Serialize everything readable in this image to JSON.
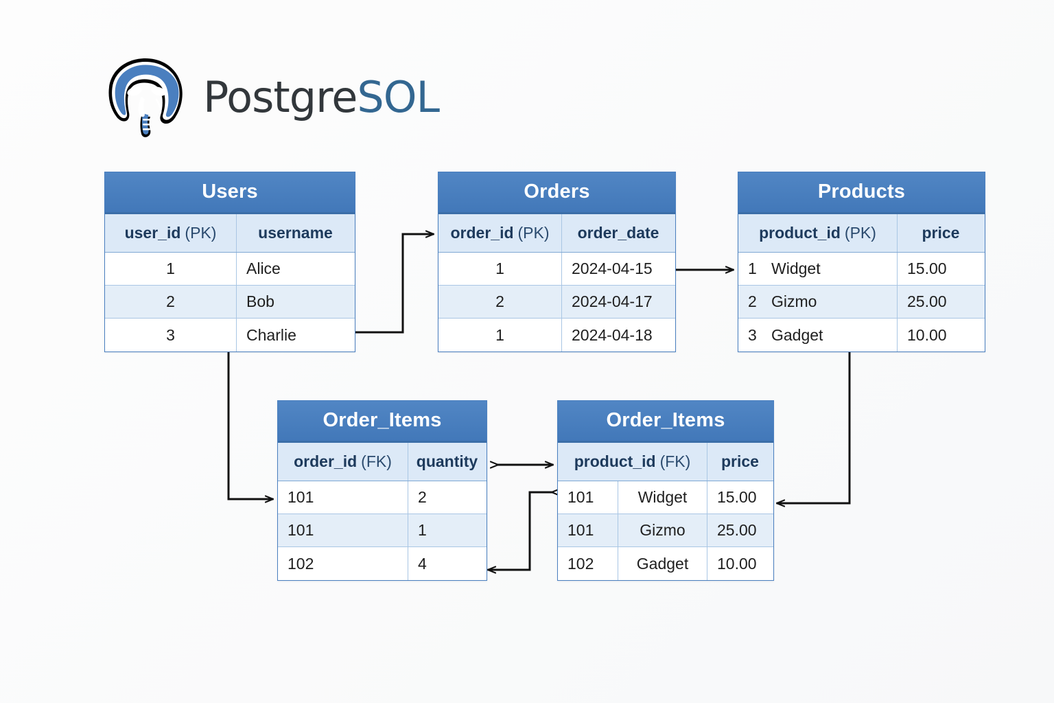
{
  "brand": {
    "logo_icon": "postgresql-elephant-icon",
    "name_part1": "Postgre",
    "name_part2": "SOL",
    "accent_color": "#336791",
    "header_color": "#4a7fbf"
  },
  "diagram": {
    "type": "entity-relationship-diagram",
    "tables": [
      {
        "id": "users",
        "title": "Users",
        "columns": [
          {
            "name": "user_id",
            "key": "(PK)"
          },
          {
            "name": "username",
            "key": ""
          }
        ],
        "rows": [
          [
            "1",
            "Alice"
          ],
          [
            "2",
            "Bob"
          ],
          [
            "3",
            "Charlie"
          ]
        ]
      },
      {
        "id": "orders",
        "title": "Orders",
        "columns": [
          {
            "name": "order_id",
            "key": "(PK)"
          },
          {
            "name": "order_date",
            "key": ""
          }
        ],
        "rows": [
          [
            "1",
            "2024-04-15"
          ],
          [
            "2",
            "2024-04-17"
          ],
          [
            "1",
            "2024-04-18"
          ]
        ]
      },
      {
        "id": "products",
        "title": "Products",
        "columns": [
          {
            "name": "product_id",
            "key": "(PK)"
          },
          {
            "name": "price",
            "key": ""
          }
        ],
        "rows": [
          [
            "1",
            "Widget",
            "15.00"
          ],
          [
            "2",
            "Gizmo",
            "25.00"
          ],
          [
            "3",
            "Gadget",
            "10.00"
          ]
        ]
      },
      {
        "id": "order-items-left",
        "title": "Order_Items",
        "columns": [
          {
            "name": "order_id",
            "key": "(FK)"
          },
          {
            "name": "quantity",
            "key": ""
          }
        ],
        "rows": [
          [
            "101",
            "2"
          ],
          [
            "101",
            "1"
          ],
          [
            "102",
            "4"
          ]
        ]
      },
      {
        "id": "order-items-right",
        "title": "Order_Items",
        "columns": [
          {
            "name": "product_id",
            "key": "(FK)"
          },
          {
            "name": "price",
            "key": ""
          }
        ],
        "rows": [
          [
            "101",
            "Widget",
            "15.00"
          ],
          [
            "101",
            "Gizmo",
            "25.00"
          ],
          [
            "102",
            "Gadget",
            "10.00"
          ]
        ]
      }
    ],
    "relationships": [
      {
        "from": "users",
        "to": "orders",
        "style": "elbow-arrow"
      },
      {
        "from": "orders",
        "to": "products",
        "style": "straight-arrow"
      },
      {
        "from": "users",
        "to": "order-items-left",
        "style": "elbow-arrow"
      },
      {
        "from": "order-items-left",
        "to": "order-items-right",
        "style": "double-arrow"
      },
      {
        "from": "order-items-left",
        "to": "order-items-right",
        "style": "elbow-arrow"
      },
      {
        "from": "products",
        "to": "order-items-right",
        "style": "elbow-arrow"
      }
    ]
  }
}
